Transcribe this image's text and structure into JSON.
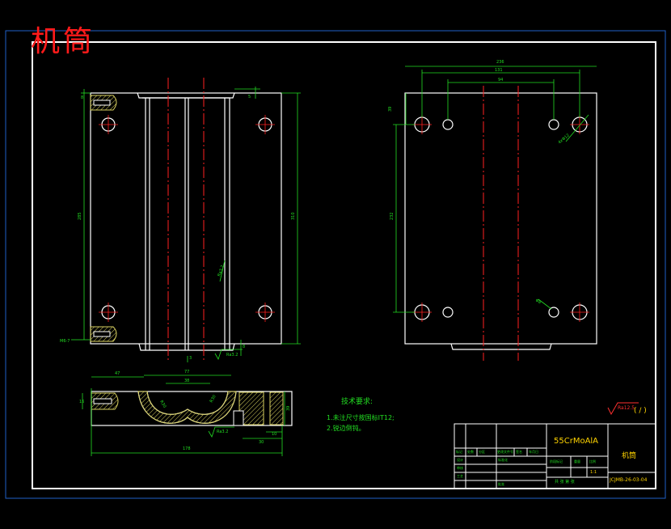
{
  "sheet": {
    "title_cn": "机筒",
    "colors": {
      "background": "#000000",
      "frame": "#ffffff",
      "geometry": "#ffffff",
      "centerline": "#ff2020",
      "dimension": "#22dd22",
      "hatch": "#d8d060",
      "title_red": "#ff1a1a",
      "tb_yellow": "#ffd400"
    }
  },
  "notes": {
    "heading": "技术要求:",
    "items": [
      "1.未注尺寸按国标IT12;",
      "2.锐边倒钝。"
    ]
  },
  "surface_finish": "( / )",
  "title_block": {
    "material": "55CrMoAlA",
    "part_name": "机筒",
    "drawing_number": "JCJMB-26-03-04",
    "scale": "1:1",
    "row_labels": [
      "标记",
      "处数",
      "分区",
      "更改文件号",
      "签名",
      "年月日"
    ],
    "left_labels": [
      "设计",
      "审核",
      "工艺",
      "标准化",
      "批准"
    ],
    "mid_labels": [
      "阶段标记",
      "重量",
      "比例"
    ],
    "sheet_label": "共  张 第  张"
  },
  "icons": [
    "roughness-symbol-icon"
  ]
}
